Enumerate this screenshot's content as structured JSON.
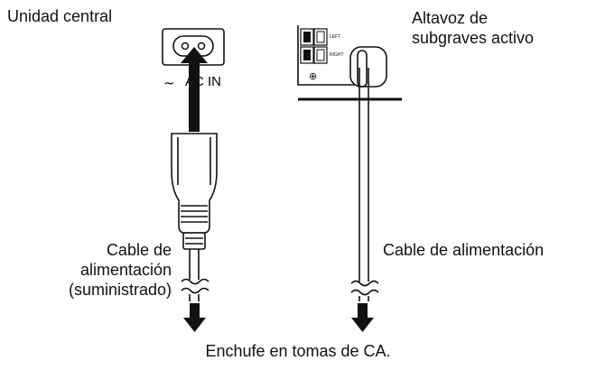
{
  "labels": {
    "main_unit": "Unidad central",
    "subwoofer_line1": "Altavoz de",
    "subwoofer_line2": "subgraves activo",
    "cord_supplied_line1": "Cable de",
    "cord_supplied_line2": "alimentación",
    "cord_supplied_line3": "(suministrado)",
    "sub_cord": "Cable de alimentación",
    "outlet_caption": "Enchufe en tomas de CA.",
    "ac_in": "AC IN",
    "ac_symbol": "∼",
    "speaker_left": "LEFT",
    "speaker_right": "RIGHT",
    "ground_symbol": "⊕"
  }
}
